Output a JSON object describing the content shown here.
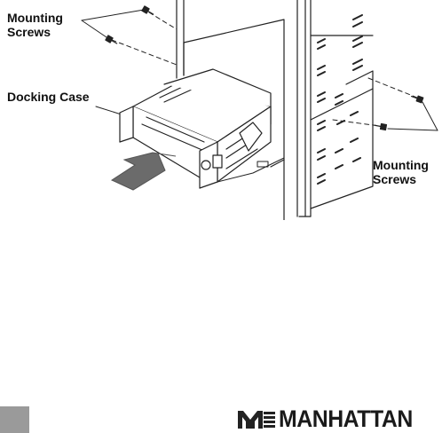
{
  "labels": {
    "mounting_screws_top": {
      "line1": "Mounting",
      "line2": "Screws"
    },
    "docking_case": "Docking Case",
    "mounting_screws_right": {
      "line1": "Mounting",
      "line2": "Screws"
    }
  },
  "footer": {
    "brand": "MANHATTAN",
    "brand_icon": "manhattan-m-logo",
    "tab_color": "#9a9a9a"
  }
}
